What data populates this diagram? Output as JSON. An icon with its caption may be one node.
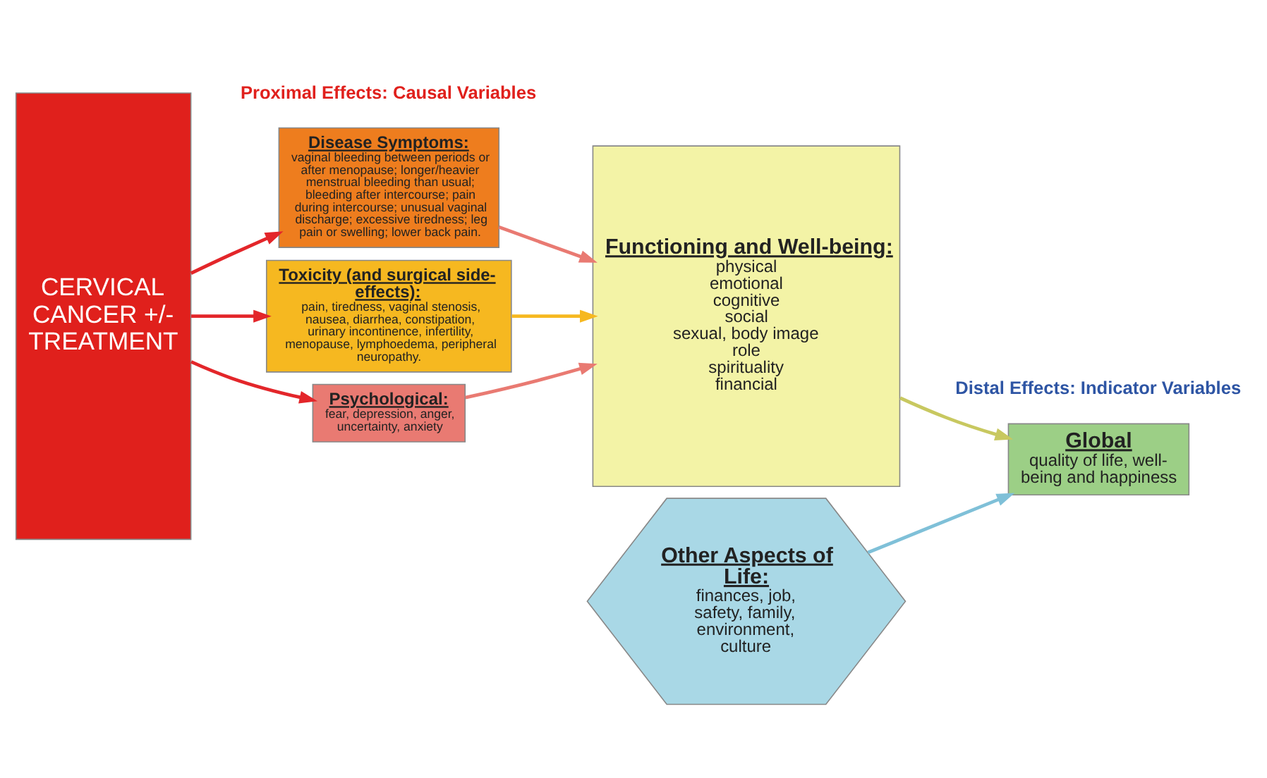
{
  "diagram": {
    "nodes": [
      {
        "text": [
          "CERVICAL CANCER +/- TREATMENT"
        ]
      },
      {
        "text": [
          "Disease Symptoms:",
          "vaginal bleeding between periods or after menopause; longer/heavier menstrual bleeding than usual; bleeding after intercourse; pain during intercourse; unusual vaginal discharge; excessive tiredness; leg pain or swelling; lower back pain."
        ]
      },
      {
        "text": [
          "Toxicity (and surgical side-effects):",
          "pain, tiredness, vaginal stenosis, nausea, diarrhea, constipation, urinary incontinence, infertility, menopause, lymphoedema, peripheral neuropathy."
        ]
      },
      {
        "text": [
          "Psychological:",
          "fear, depression, anger, uncertainty, anxiety"
        ]
      },
      {
        "text": [
          "Functioning and Well-being:",
          "physical",
          "emotional",
          "cognitive",
          "social",
          "sexual, body image",
          "role",
          "spirituality",
          "financial"
        ]
      },
      {
        "text": [
          "Global",
          "quality of life, well-being and happiness"
        ]
      },
      {
        "text": [
          "Other Aspects of Life:",
          "finances, job, safety, family, environment, culture"
        ]
      }
    ],
    "edges": [
      {
        "from": 0,
        "to": 1,
        "arrow": "to",
        "color": "#e3262a"
      },
      {
        "from": 0,
        "to": 2,
        "arrow": "to",
        "color": "#e3262a"
      },
      {
        "from": 0,
        "to": 3,
        "arrow": "to",
        "color": "#e3262a"
      },
      {
        "from": 1,
        "to": 4,
        "arrow": "to",
        "color": "#e97a72"
      },
      {
        "from": 2,
        "to": 4,
        "arrow": "to",
        "color": "#f6b820"
      },
      {
        "from": 3,
        "to": 4,
        "arrow": "to",
        "color": "#e97a72"
      },
      {
        "from": 4,
        "to": 5,
        "arrow": "to",
        "color": "#c8c860"
      },
      {
        "from": 6,
        "to": 5,
        "arrow": "to",
        "color": "#7fc0d8"
      }
    ],
    "labels": [
      "Proximal Effects: Causal Variables",
      "Distal Effects: Indicator Variables"
    ]
  }
}
